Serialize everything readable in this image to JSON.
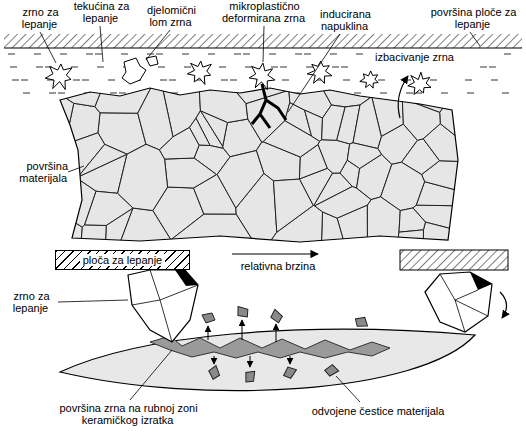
{
  "diagram": {
    "nodes": [
      {
        "text": [
          "ploča za lepanje"
        ]
      }
    ],
    "labels": [
      "zrno za lepanje",
      "tekućina za lepanje",
      "djelomični lom zrna",
      "mikroplastično deformirana zrna",
      "inducirana napuklina",
      "površina ploče za lepanje",
      "izbacivanje zrna",
      "površina materijala",
      "relativna brzina",
      "zrno za lepanje",
      "površina zrna na rubnoj zoni keramičkog izratka",
      "odvojene čestice materijala"
    ]
  }
}
